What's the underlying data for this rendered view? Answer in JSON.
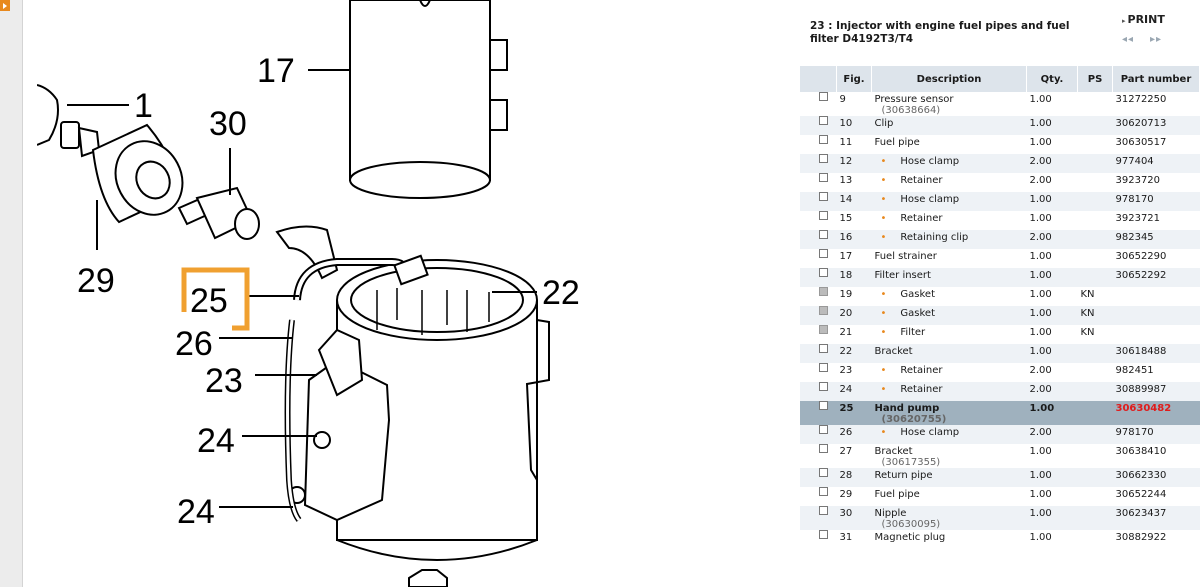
{
  "header": {
    "title": "23 : Injector with engine fuel pipes and fuel filter D4192T3/T4",
    "print_label": "PRINT",
    "nav_prev": "◂◂",
    "nav_next": "▸▸"
  },
  "diagram": {
    "callouts": [
      "17",
      "1",
      "30",
      "29",
      "25",
      "22",
      "26",
      "23",
      "24",
      "24"
    ],
    "highlight_color": "#f0a030"
  },
  "table": {
    "columns": [
      "Fig.",
      "Description",
      "Qty.",
      "PS",
      "Part number"
    ],
    "rows": [
      {
        "fig": "9",
        "desc": "Pressure sensor",
        "sub": "(30638664)",
        "qty": "1.00",
        "ps": "",
        "pn": "31272250",
        "bullet": false,
        "disabled": false,
        "selected": false
      },
      {
        "fig": "10",
        "desc": "Clip",
        "sub": "",
        "qty": "1.00",
        "ps": "",
        "pn": "30620713",
        "bullet": false,
        "disabled": false,
        "selected": false
      },
      {
        "fig": "11",
        "desc": "Fuel pipe",
        "sub": "",
        "qty": "1.00",
        "ps": "",
        "pn": "30630517",
        "bullet": false,
        "disabled": false,
        "selected": false
      },
      {
        "fig": "12",
        "desc": "Hose clamp",
        "sub": "",
        "qty": "2.00",
        "ps": "",
        "pn": "977404",
        "bullet": true,
        "disabled": false,
        "selected": false
      },
      {
        "fig": "13",
        "desc": "Retainer",
        "sub": "",
        "qty": "2.00",
        "ps": "",
        "pn": "3923720",
        "bullet": true,
        "disabled": false,
        "selected": false
      },
      {
        "fig": "14",
        "desc": "Hose clamp",
        "sub": "",
        "qty": "1.00",
        "ps": "",
        "pn": "978170",
        "bullet": true,
        "disabled": false,
        "selected": false
      },
      {
        "fig": "15",
        "desc": "Retainer",
        "sub": "",
        "qty": "1.00",
        "ps": "",
        "pn": "3923721",
        "bullet": true,
        "disabled": false,
        "selected": false
      },
      {
        "fig": "16",
        "desc": "Retaining clip",
        "sub": "",
        "qty": "2.00",
        "ps": "",
        "pn": "982345",
        "bullet": true,
        "disabled": false,
        "selected": false
      },
      {
        "fig": "17",
        "desc": "Fuel strainer",
        "sub": "",
        "qty": "1.00",
        "ps": "",
        "pn": "30652290",
        "bullet": false,
        "disabled": false,
        "selected": false
      },
      {
        "fig": "18",
        "desc": "Filter insert",
        "sub": "",
        "qty": "1.00",
        "ps": "",
        "pn": "30652292",
        "bullet": false,
        "disabled": false,
        "selected": false
      },
      {
        "fig": "19",
        "desc": "Gasket",
        "sub": "",
        "qty": "1.00",
        "ps": "KN",
        "pn": "",
        "bullet": true,
        "disabled": true,
        "selected": false
      },
      {
        "fig": "20",
        "desc": "Gasket",
        "sub": "",
        "qty": "1.00",
        "ps": "KN",
        "pn": "",
        "bullet": true,
        "disabled": true,
        "selected": false
      },
      {
        "fig": "21",
        "desc": "Filter",
        "sub": "",
        "qty": "1.00",
        "ps": "KN",
        "pn": "",
        "bullet": true,
        "disabled": true,
        "selected": false
      },
      {
        "fig": "22",
        "desc": "Bracket",
        "sub": "",
        "qty": "1.00",
        "ps": "",
        "pn": "30618488",
        "bullet": false,
        "disabled": false,
        "selected": false
      },
      {
        "fig": "23",
        "desc": "Retainer",
        "sub": "",
        "qty": "2.00",
        "ps": "",
        "pn": "982451",
        "bullet": true,
        "disabled": false,
        "selected": false
      },
      {
        "fig": "24",
        "desc": "Retainer",
        "sub": "",
        "qty": "2.00",
        "ps": "",
        "pn": "30889987",
        "bullet": true,
        "disabled": false,
        "selected": false
      },
      {
        "fig": "25",
        "desc": "Hand pump",
        "sub": "(30620755)",
        "qty": "1.00",
        "ps": "",
        "pn": "30630482",
        "bullet": false,
        "disabled": false,
        "selected": true
      },
      {
        "fig": "26",
        "desc": "Hose clamp",
        "sub": "",
        "qty": "2.00",
        "ps": "",
        "pn": "978170",
        "bullet": true,
        "disabled": false,
        "selected": false
      },
      {
        "fig": "27",
        "desc": "Bracket",
        "sub": "(30617355)",
        "qty": "1.00",
        "ps": "",
        "pn": "30638410",
        "bullet": false,
        "disabled": false,
        "selected": false
      },
      {
        "fig": "28",
        "desc": "Return pipe",
        "sub": "",
        "qty": "1.00",
        "ps": "",
        "pn": "30662330",
        "bullet": false,
        "disabled": false,
        "selected": false
      },
      {
        "fig": "29",
        "desc": "Fuel pipe",
        "sub": "",
        "qty": "1.00",
        "ps": "",
        "pn": "30652244",
        "bullet": false,
        "disabled": false,
        "selected": false
      },
      {
        "fig": "30",
        "desc": "Nipple",
        "sub": "(30630095)",
        "qty": "1.00",
        "ps": "",
        "pn": "30623437",
        "bullet": false,
        "disabled": false,
        "selected": false
      },
      {
        "fig": "31",
        "desc": "Magnetic plug",
        "sub": "",
        "qty": "1.00",
        "ps": "",
        "pn": "30882922",
        "bullet": false,
        "disabled": false,
        "selected": false
      }
    ]
  }
}
